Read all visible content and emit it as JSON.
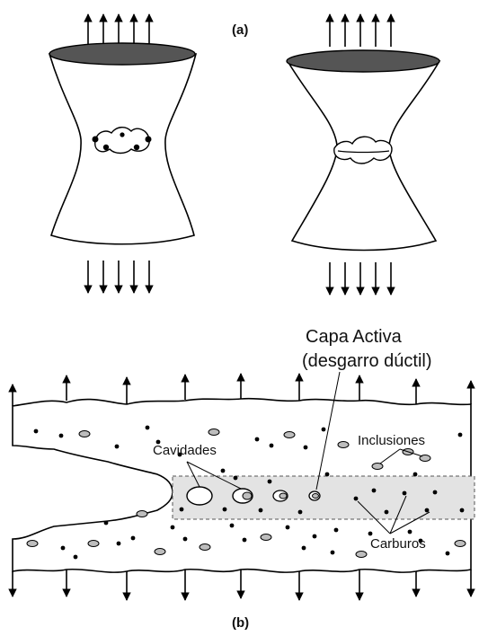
{
  "labels": {
    "panel_a": "(a)",
    "panel_b": "(b)",
    "active_layer_line1": "Capa Activa",
    "active_layer_line2": "(desgarro dúctil)",
    "cavities": "Cavidades",
    "inclusions": "Inclusiones",
    "carbides": "Carburos"
  },
  "colors": {
    "outline": "#000000",
    "top_ellipse": "#555555",
    "inclusion_fill": "#bdbdbd",
    "active_band": "#e3e3e3"
  }
}
